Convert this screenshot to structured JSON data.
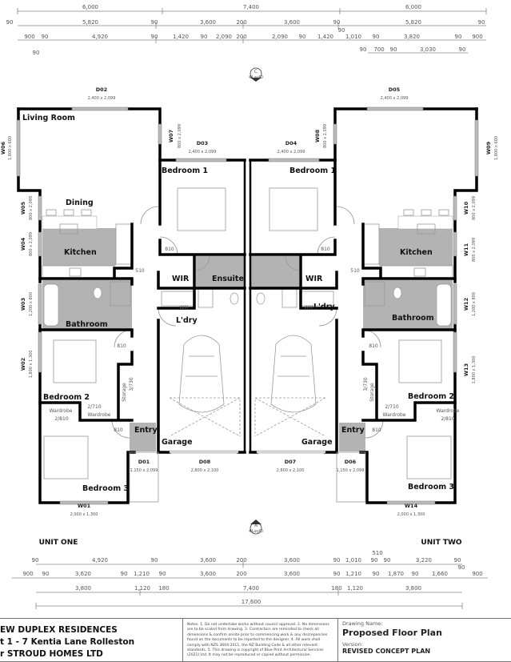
{
  "dims": {
    "top1": [
      "6,000",
      "7,400",
      "6,000"
    ],
    "top2": [
      "90",
      "5,820",
      "90",
      "3,600",
      "200",
      "3,600",
      "90",
      "5,820",
      "90"
    ],
    "top3": [
      "900",
      "90",
      "4,920",
      "90",
      "1,420",
      "90",
      "2,090",
      "200",
      "2,090",
      "90",
      "1,420",
      "90",
      "1,010",
      "90",
      "3,820",
      "90",
      "900"
    ],
    "top4": [
      "90",
      "90",
      "700",
      "90",
      "3,030",
      "90"
    ],
    "botA": [
      "90",
      "4,920",
      "90",
      "3,600",
      "200",
      "3,600",
      "90",
      "1,010",
      "510",
      "90",
      "90",
      "3,220",
      "90"
    ],
    "botB": [
      "900",
      "90",
      "3,620",
      "90",
      "1,210",
      "90",
      "3,600",
      "200",
      "3,600",
      "90",
      "1,210",
      "90",
      "1,870",
      "90",
      "1,660",
      "90",
      "900"
    ],
    "botC": [
      "3,800",
      "1,120",
      "180",
      "7,400",
      "180",
      "1,120",
      "3,800"
    ],
    "botD": [
      "17,600"
    ]
  },
  "markers": {
    "top_letter": "C",
    "top_ref": "#LayID",
    "bottom_letter": "A",
    "bottom_ref": "#LayID"
  },
  "units": {
    "one": "UNIT ONE",
    "two": "UNIT TWO"
  },
  "unit_one": {
    "rooms": {
      "living": "Living Room",
      "dining": "Dining",
      "kitchen": "Kitchen",
      "bedroom1": "Bedroom 1",
      "wir": "WIR",
      "ensuite": "Ensuite",
      "bathroom": "Bathroom",
      "laundry": "L'dry",
      "bedroom2": "Bedroom 2",
      "bedroom3": "Bedroom 3",
      "entry": "Entry",
      "garage": "Garage",
      "storage": "Storage",
      "wardrobe_a": "Wardrobe",
      "wardrobe_b": "Wardrobe"
    },
    "openings": [
      {
        "id": "D02",
        "size": "2,400 x 2,099"
      },
      {
        "id": "D03",
        "size": "2,400 x 2,099"
      },
      {
        "id": "W06",
        "size": "1,800 x 600"
      },
      {
        "id": "W07",
        "size": "800 x 2,099"
      },
      {
        "id": "W05",
        "size": "800 x 2,099"
      },
      {
        "id": "W04",
        "size": "800 x 2,099"
      },
      {
        "id": "W03",
        "size": "1,200 x 800"
      },
      {
        "id": "W02",
        "size": "1,800 x 1,300"
      },
      {
        "id": "D01",
        "size": "1,150 x 2,099"
      },
      {
        "id": "D08",
        "size": "2,800 x 2,100"
      },
      {
        "id": "W01",
        "size": "2,000 x 1,300"
      }
    ],
    "notes": {
      "door": "810",
      "door510": "510",
      "storage": "3/730",
      "ward_a": "2/810",
      "ward_b": "2/710",
      "wm": "WM"
    }
  },
  "unit_two": {
    "rooms": {
      "kitchen": "Kitchen",
      "bedroom1": "Bedroom 1",
      "wir": "WIR",
      "bathroom": "Bathroom",
      "laundry": "L'dry",
      "bedroom2": "Bedroom 2",
      "bedroom3": "Bedroom 3",
      "entry": "Entry",
      "garage": "Garage",
      "storage": "Storage",
      "wardrobe_a": "Wardrobe",
      "wardrobe_b": "Wardrobe"
    },
    "openings": [
      {
        "id": "D05",
        "size": "2,400 x 2,099"
      },
      {
        "id": "D04",
        "size": "2,400 x 2,099"
      },
      {
        "id": "W09",
        "size": "1,800 x 600"
      },
      {
        "id": "W08",
        "size": "800 x 2,099"
      },
      {
        "id": "W10",
        "size": "800 x 2,099"
      },
      {
        "id": "W11",
        "size": "800 x 2,099"
      },
      {
        "id": "W12",
        "size": "1,200 x 800"
      },
      {
        "id": "W13",
        "size": "1,800 x 1,300"
      },
      {
        "id": "D06",
        "size": "1,150 x 2,099"
      },
      {
        "id": "D07",
        "size": "2,800 x 2,100"
      },
      {
        "id": "W14",
        "size": "2,000 x 1,300"
      }
    ],
    "notes": {
      "door": "810",
      "door510": "510",
      "storage": "3/730",
      "ward_a": "2/810",
      "ward_b": "2/710",
      "wm": "WM"
    }
  },
  "title_block": {
    "line1": "EW DUPLEX RESIDENCES",
    "line2": "t 1 - 7 Kentia Lane Rolleston",
    "line3": "r STROUD HOMES LTD",
    "notes": "Notes. 1. Do not undertake works without council approval. 2. No dimensions are to be scaled from drawing. 3. Contractors are reminded to check all dimensions & confirm onsite prior to commencing work & any discrepancies found on the documents to be reported to the designer. 4. All work shall comply with NZS 3604:2011, the NZ Building Code & all other relevant standards. 5. This drawing is copyright of Blue Print Architectural Services (2021) Ltd. It may not be reproduced or copied without permission.",
    "drawing_name_label": "Drawing Name:",
    "drawing_name": "Proposed Floor Plan",
    "version_label": "Version:",
    "version": "REVISED CONCEPT PLAN"
  },
  "colors": {
    "wet_area_fill": "#b3b3b3",
    "wall": "#000000",
    "dimension": "#888888"
  }
}
